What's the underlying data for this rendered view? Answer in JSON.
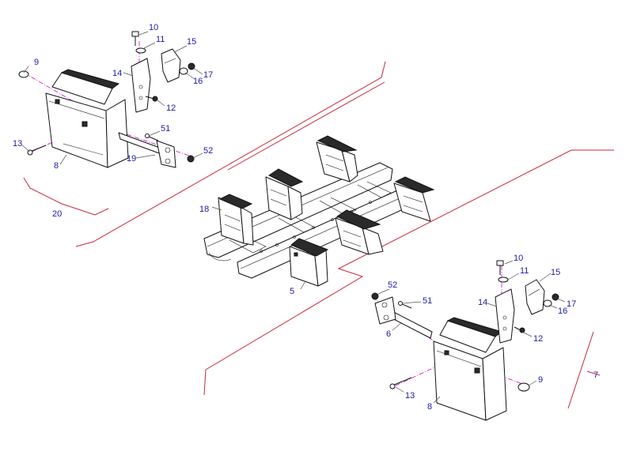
{
  "callouts": {
    "n9a": "9",
    "n10a": "10",
    "n11a": "11",
    "n15a": "15",
    "n14a": "14",
    "n16a": "16",
    "n17a": "17",
    "n12a": "12",
    "n51a": "51",
    "n13a": "13",
    "n52a": "52",
    "n8a": "8",
    "n19a": "19",
    "n20": "20",
    "n18": "18",
    "n5": "5",
    "n10b": "10",
    "n11b": "11",
    "n15b": "15",
    "n52b": "52",
    "n14b": "14",
    "n17b": "17",
    "n51b": "51",
    "n16b": "16",
    "n6": "6",
    "n12b": "12",
    "n7": "7",
    "n9b": "9",
    "n13b": "13",
    "n8b": "8"
  },
  "colors": {
    "label": "#1a1aa6",
    "leader_red": "#c8283a",
    "centerline_magenta": "#d400d4"
  }
}
